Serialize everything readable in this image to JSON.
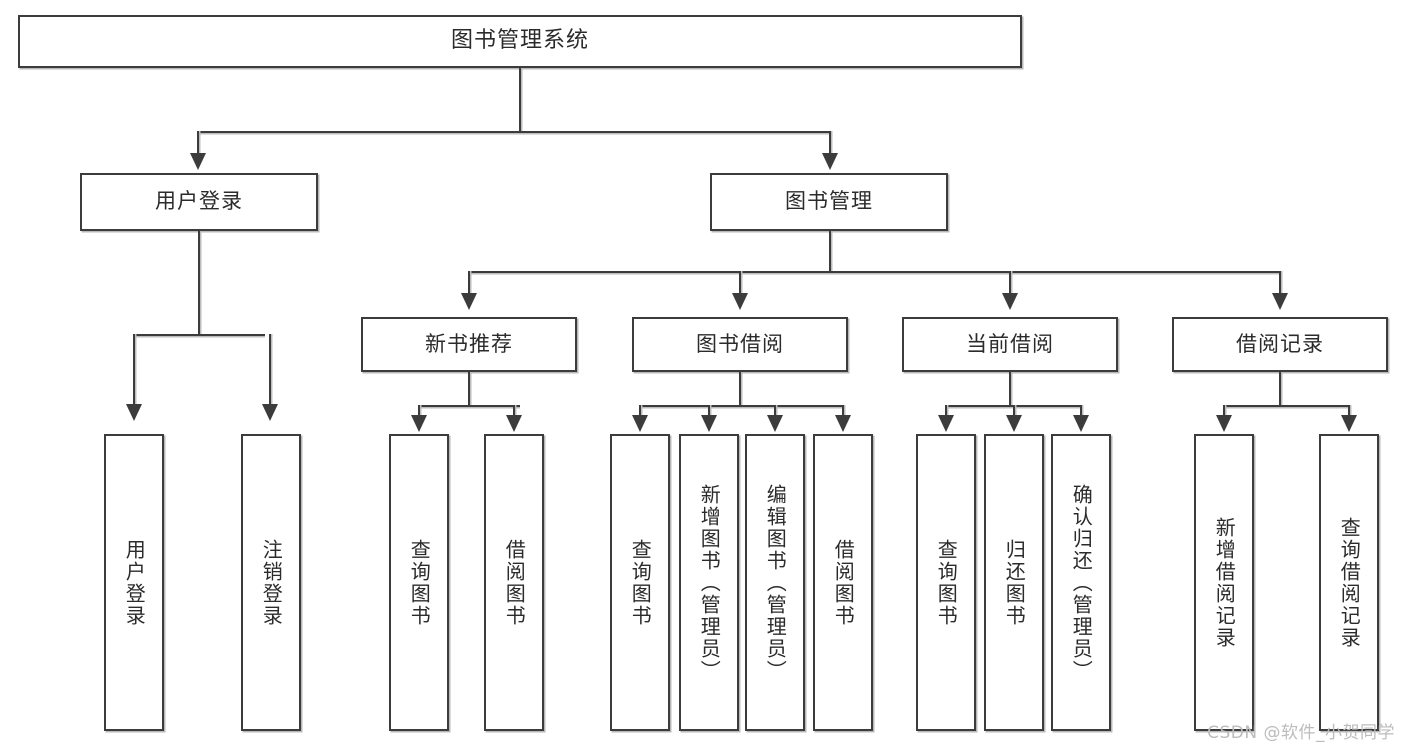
{
  "diagram": {
    "title": "图书管理系统",
    "type": "tree-hierarchy-chart",
    "watermark": "CSDN @软件_小贺同学"
  },
  "root": {
    "label": "图书管理系统"
  },
  "level2": [
    {
      "label": "用户登录"
    },
    {
      "label": "图书管理"
    }
  ],
  "level3": [
    {
      "label": "新书推荐"
    },
    {
      "label": "图书借阅"
    },
    {
      "label": "当前借阅"
    },
    {
      "label": "借阅记录"
    }
  ],
  "leaves": {
    "user_login": [
      {
        "label": "用户登录"
      },
      {
        "label": "注销登录"
      }
    ],
    "new_book_recommend": [
      {
        "label": "查询图书"
      },
      {
        "label": "借阅图书"
      }
    ],
    "book_borrow": [
      {
        "label": "查询图书"
      },
      {
        "label": "新增图书（管理员）"
      },
      {
        "label": "编辑图书（管理员）"
      },
      {
        "label": "借阅图书"
      }
    ],
    "current_borrow": [
      {
        "label": "查询图书"
      },
      {
        "label": "归还图书"
      },
      {
        "label": "确认归还（管理员）"
      }
    ],
    "borrow_record": [
      {
        "label": "新增借阅记录"
      },
      {
        "label": "查询借阅记录"
      }
    ]
  },
  "colors": {
    "stroke": "#3c3c3c",
    "shadow": "#b8b8b8",
    "fill": "#ffffff",
    "text": "#2b2b2b",
    "watermark": "#bcbcbc"
  }
}
